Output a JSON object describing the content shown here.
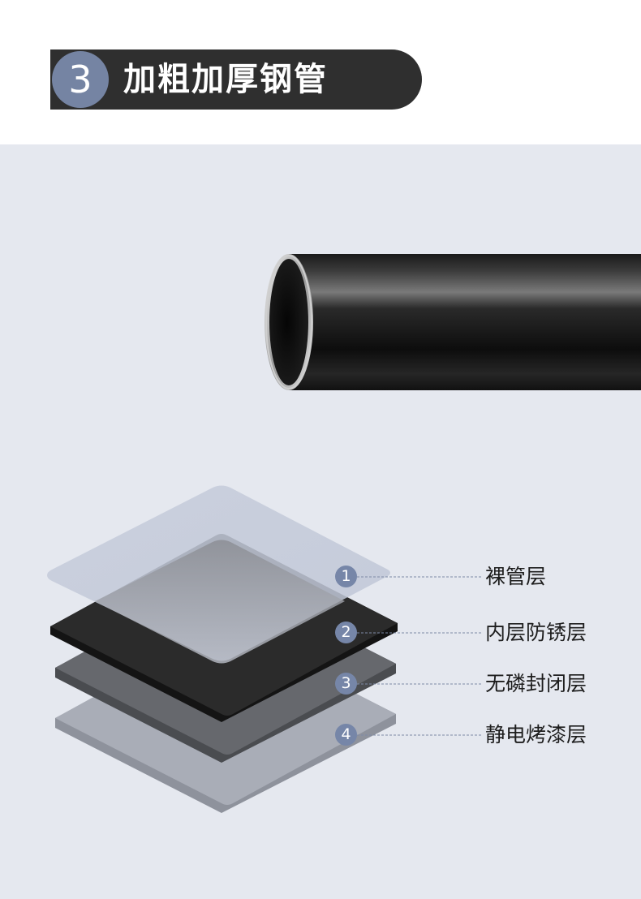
{
  "header": {
    "number": "3",
    "title": "加粗加厚钢管"
  },
  "layers": [
    {
      "number": "1",
      "label": "裸管层"
    },
    {
      "number": "2",
      "label": "内层防锈层"
    },
    {
      "number": "3",
      "label": "无磷封闭层"
    },
    {
      "number": "4",
      "label": "静电烤漆层"
    }
  ],
  "colors": {
    "panel_bg": "#e5e8ef",
    "accent": "#7686a8",
    "title_bar": "#2f2f2f",
    "layer_1": "#c2c9d9",
    "layer_2": "#2b2b2b",
    "layer_3": "#66686d",
    "layer_4": "#a9adb7"
  }
}
